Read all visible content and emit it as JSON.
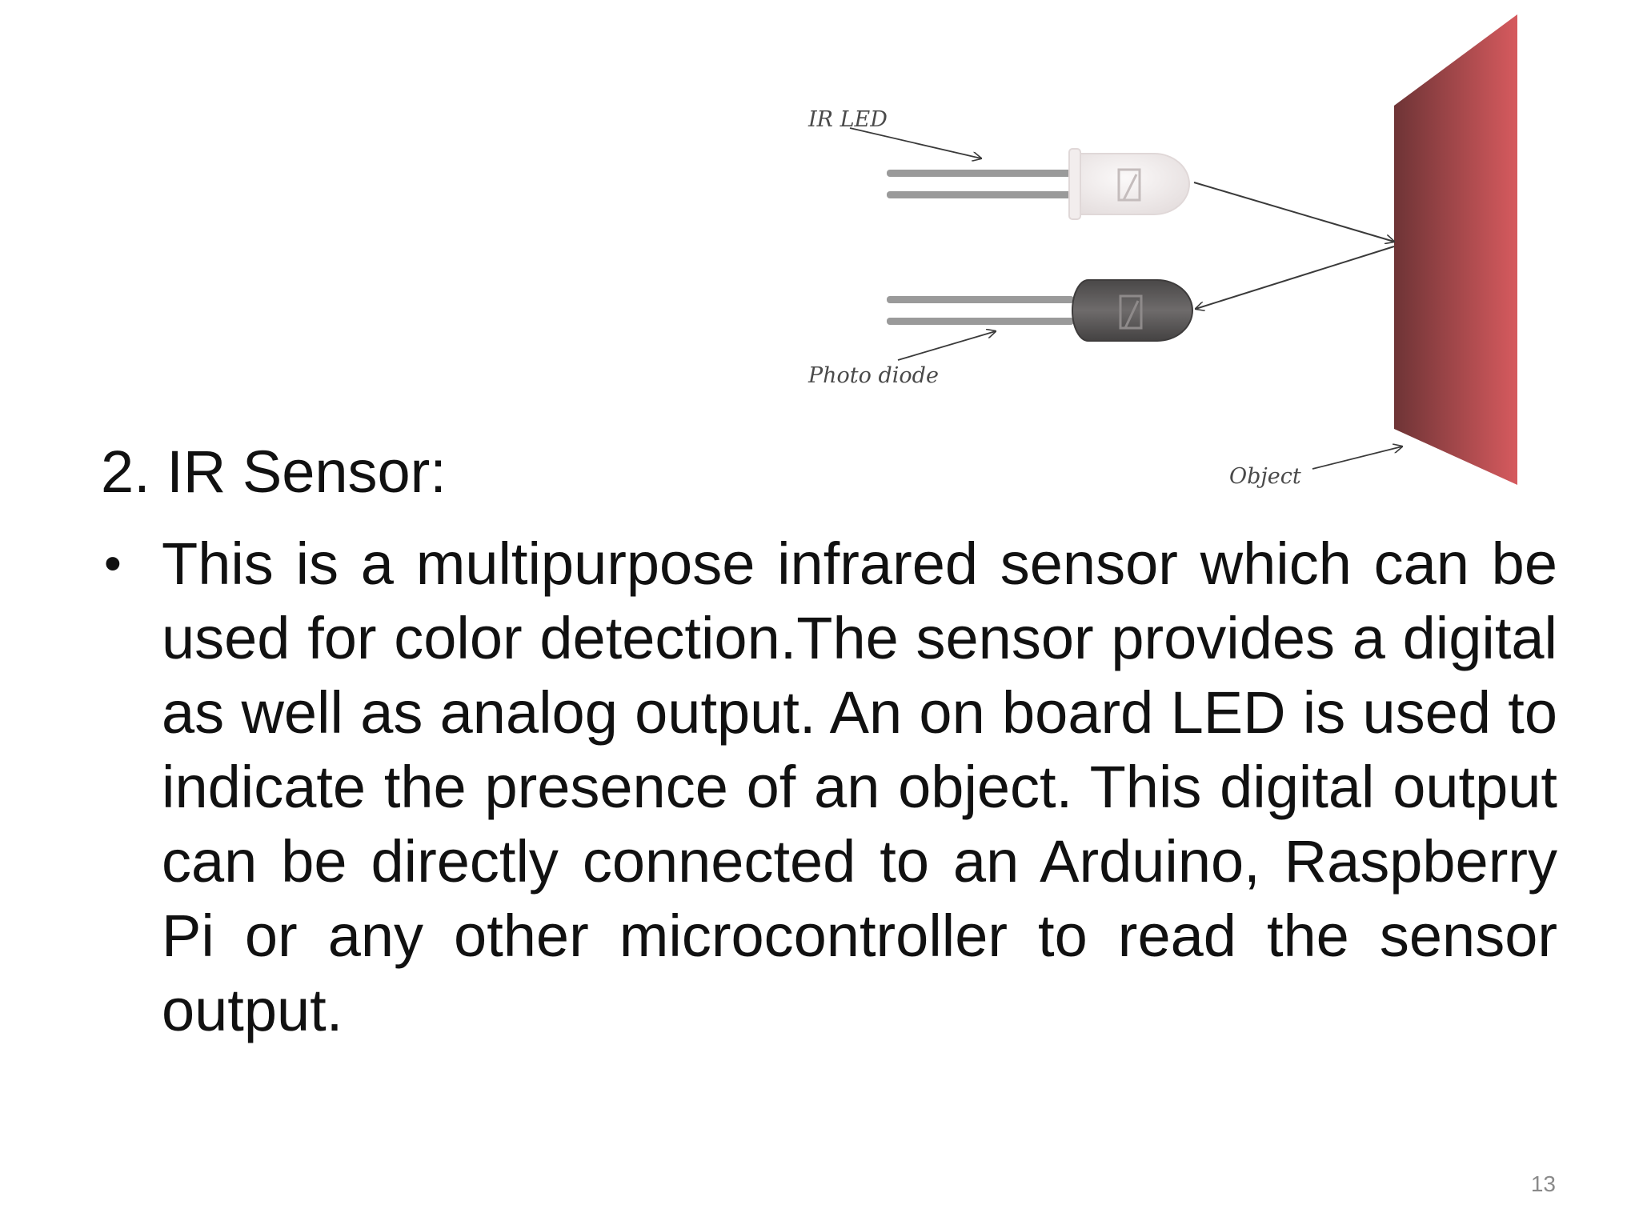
{
  "slide": {
    "heading": "2. IR Sensor:",
    "bullet": "This is a multipurpose infrared sensor which can be used for color detection.The sensor provides a digital as well as analog output. An on board LED is used to indicate the presence of an object. This digital output can be directly connected to an Arduino, Raspberry Pi or any other microcontroller to read the sensor output.",
    "page_number": "13"
  },
  "diagram": {
    "labels": {
      "ir_led": "IR LED",
      "photo_diode": "Photo diode",
      "object": "Object"
    },
    "colors": {
      "object_dark": "#6e3436",
      "object_light": "#d65a5e",
      "led_body": "#efeaea",
      "photodiode_body": "#5c5a5a",
      "leads": "#9a9a9a",
      "arrows": "#3a3a3a"
    }
  }
}
